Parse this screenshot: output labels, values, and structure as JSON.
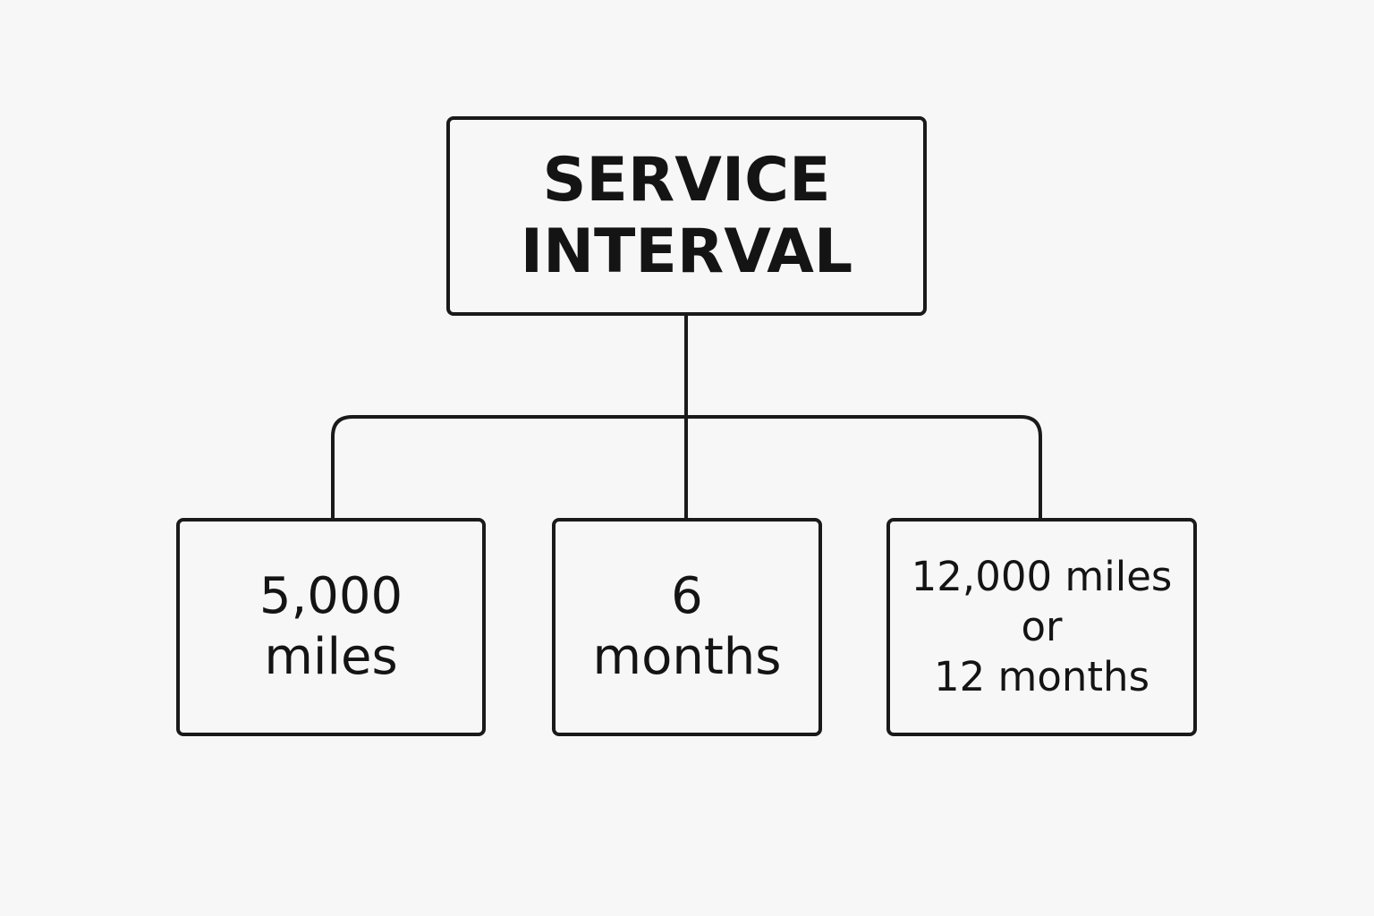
{
  "root": {
    "line1": "SERVICE",
    "line2": "INTERVAL"
  },
  "children": [
    {
      "line1": "5,000",
      "line2": "miles"
    },
    {
      "line1": "6",
      "line2": "months"
    },
    {
      "line1": "12,000 miles",
      "line2": "or",
      "line3": "12 months"
    }
  ],
  "colors": {
    "background": "#f7f7f7",
    "stroke": "#1a1a1a",
    "text": "#141414"
  }
}
